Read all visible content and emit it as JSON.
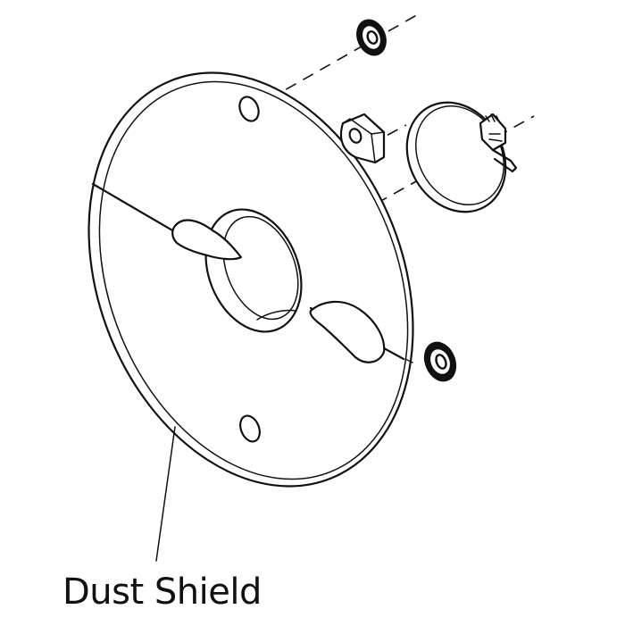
{
  "callout": {
    "label": "Dust Shield",
    "target": "dust-shield"
  },
  "parts": [
    {
      "name": "dust-shield"
    },
    {
      "name": "upper-washer"
    },
    {
      "name": "lower-washer"
    },
    {
      "name": "mounting-bracket"
    },
    {
      "name": "hose-clamp"
    }
  ]
}
